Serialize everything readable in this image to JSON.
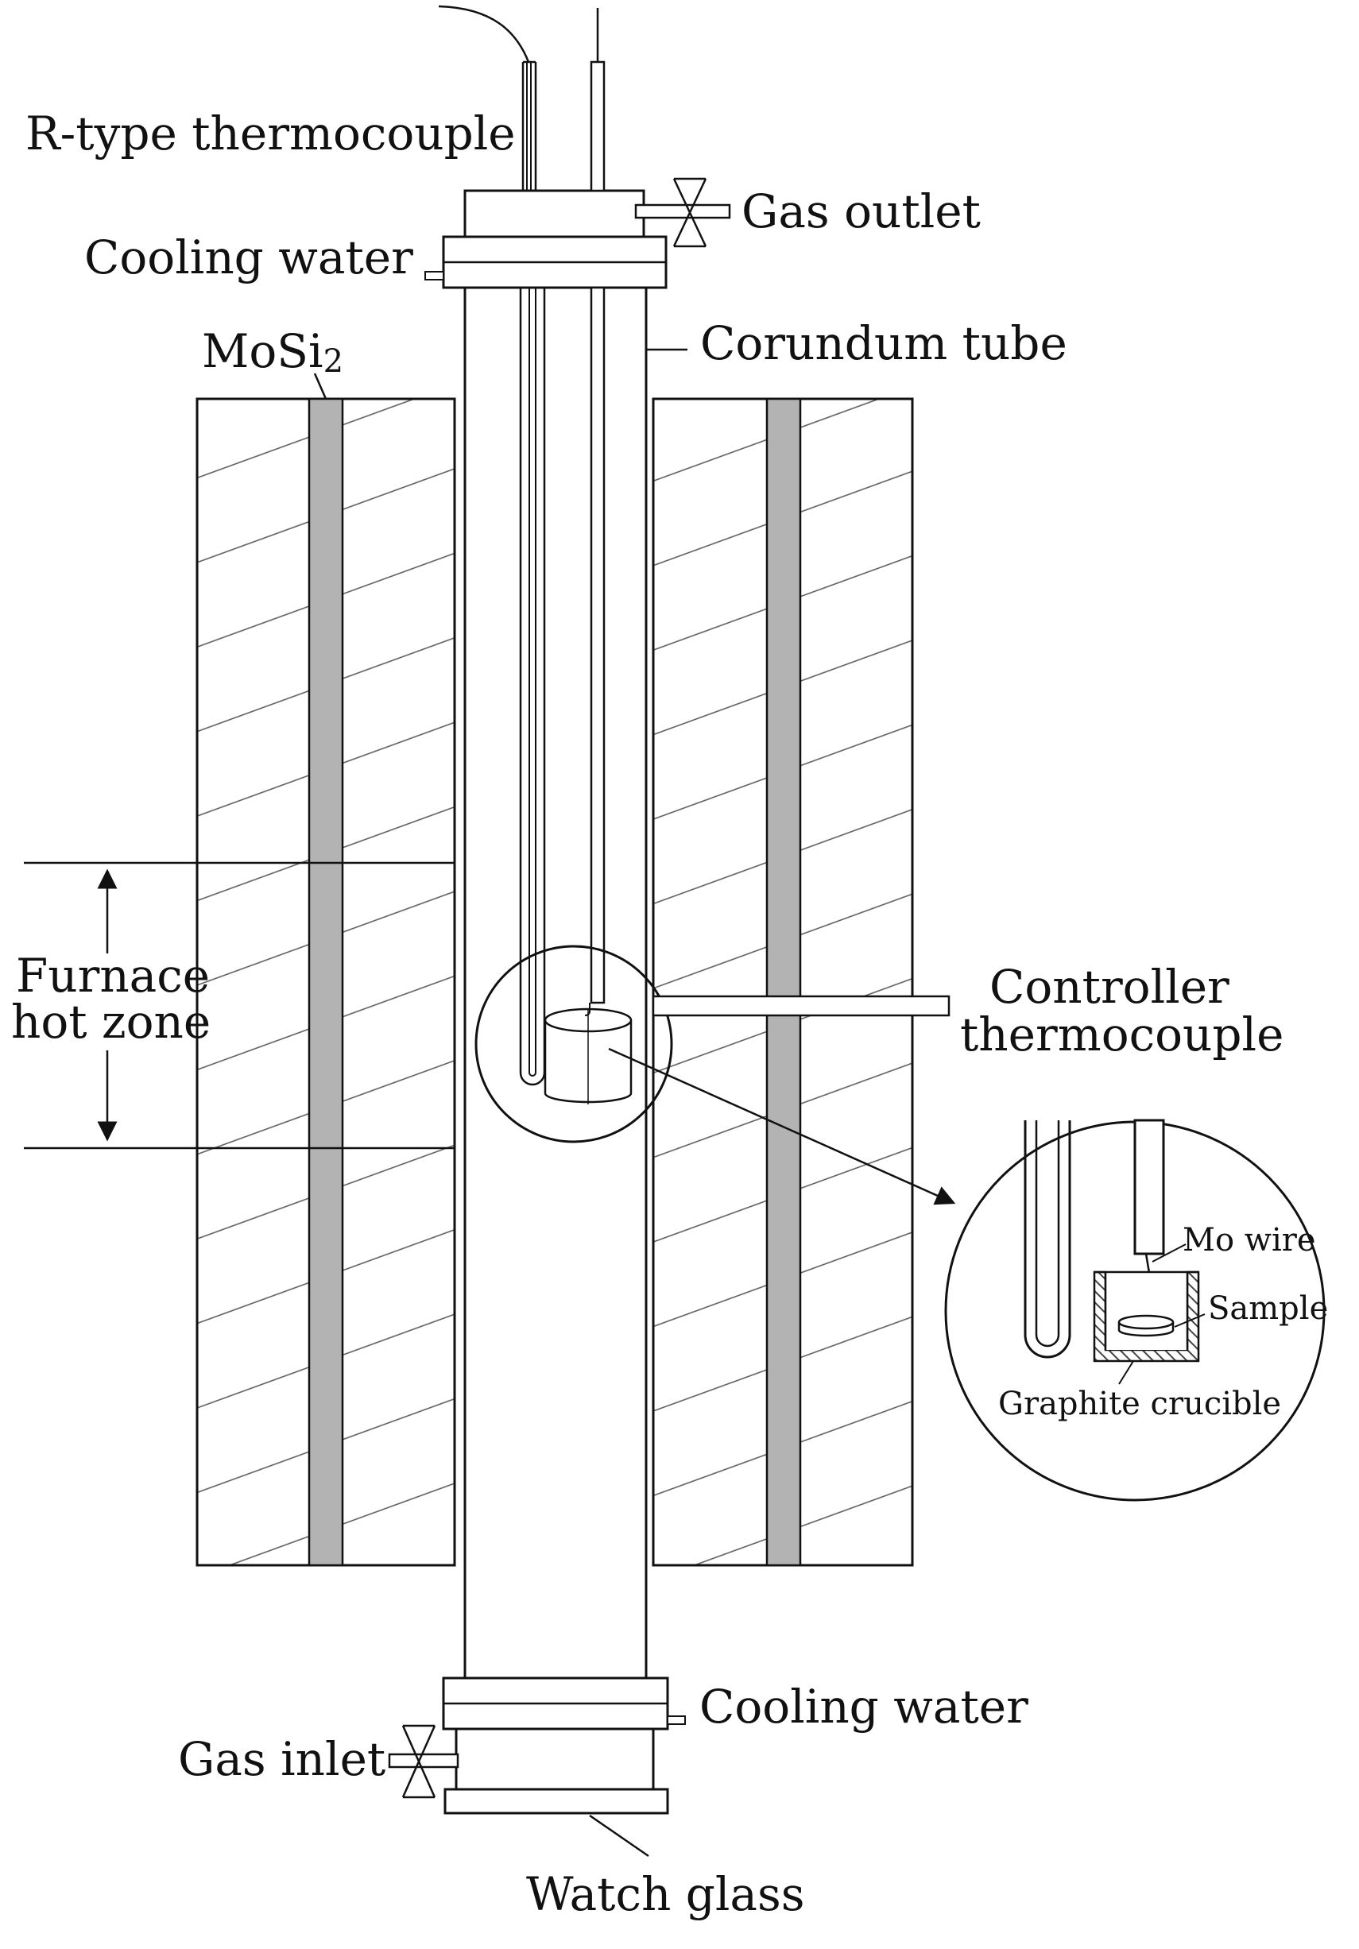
{
  "labels": {
    "r_type_thermocouple": "R-type thermocouple",
    "gas_outlet": "Gas outlet",
    "cooling_water_top": "Cooling water",
    "mosi2": "MoSi",
    "mosi2_subscript": "2",
    "corundum_tube": "Corundum tube",
    "furnace_hot_zone_line1": "Furnace",
    "furnace_hot_zone_line2": "hot zone",
    "controller_thermocouple_line1": "Controller",
    "controller_thermocouple_line2": "thermocouple",
    "mo_wire": "Mo wire",
    "sample": "Sample",
    "graphite_crucible": "Graphite crucible",
    "cooling_water_bottom": "Cooling water",
    "gas_inlet": "Gas inlet",
    "watch_glass": "Watch glass"
  },
  "colors": {
    "line": "#111111",
    "heating_element": "#b3b3b3",
    "hatch": "#555555",
    "background": "#ffffff"
  }
}
